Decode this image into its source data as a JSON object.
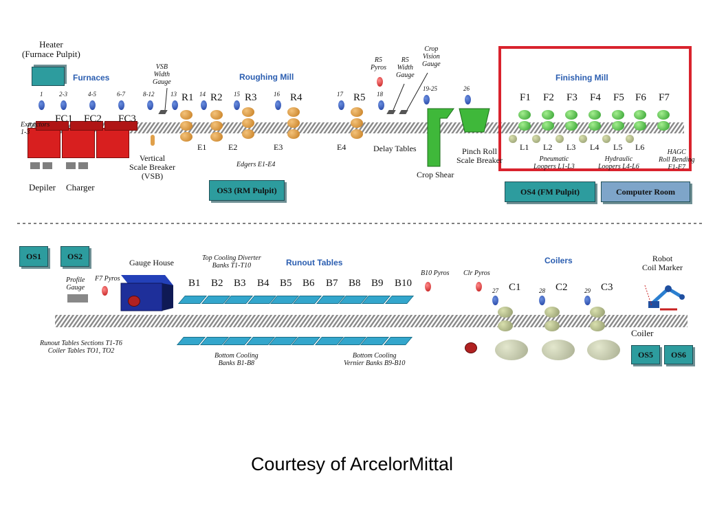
{
  "section_titles": {
    "furnaces": "Furnaces",
    "roughing": "Roughing Mill",
    "finishing": "Finishing Mill",
    "runout": "Runout Tables",
    "coilers": "Coilers"
  },
  "labels": {
    "heater": "Heater\n(Furnace Pulpit)",
    "vsb_gauge": "VSB\nWidth\nGauge",
    "extractors": "Extractors\n1-3",
    "vsb": "Vertical\nScale Breaker\n(VSB)",
    "depiler": "Depiler",
    "charger": "Charger",
    "edgers": "Edgers E1-E4",
    "r5_pyros": "R5\nPyros",
    "r5_width": "R5\nWidth\nGauge",
    "crop_vision": "Crop\nVision\nGauge",
    "delay_tables": "Delay Tables",
    "crop_shear": "Crop Shear",
    "pinch_roll": "Pinch Roll\nScale Breaker",
    "pneumatic": "Pneumatic\nLoopers L1-L3",
    "hydraulic": "Hydraulic\nLoopers L4-L6",
    "hagc": "HAGC\nRoll Bending\nF1-F7",
    "gauge_house": "Gauge House",
    "profile_gauge": "Profile\nGauge",
    "f7_pyros": "F7 Pyros",
    "top_cooling": "Top Cooling Diverter\nBanks T1-T10",
    "b10_pyros": "B10 Pyros",
    "clr_pyros": "Clr Pyros",
    "robot": "Robot\nCoil Marker",
    "coiler": "Coiler",
    "runout_sections": "Runout Tables Sections T1-T6\nCoiler Tables TO1, TO2",
    "bottom_cooling": "Bottom Cooling\nBanks B1-B8",
    "bottom_vernier": "Bottom Cooling\nVernier Banks B9-B10"
  },
  "mill_labels": {
    "fc": [
      "FC1",
      "FC2",
      "FC3"
    ],
    "r": [
      "R1",
      "R2",
      "R3",
      "R4",
      "R5"
    ],
    "e": [
      "E1",
      "E2",
      "E3",
      "E4"
    ],
    "f": [
      "F1",
      "F2",
      "F3",
      "F4",
      "F5",
      "F6",
      "F7"
    ],
    "l": [
      "L1",
      "L2",
      "L3",
      "L4",
      "L5",
      "L6"
    ],
    "b": [
      "B1",
      "B2",
      "B3",
      "B4",
      "B5",
      "B6",
      "B7",
      "B8",
      "B9",
      "B10"
    ],
    "c": [
      "C1",
      "C2",
      "C3"
    ]
  },
  "pyro_numbers": [
    "1",
    "2-3",
    "4-5",
    "6-7",
    "8-12",
    "13",
    "14",
    "15",
    "16",
    "17",
    "18",
    "19-25",
    "26",
    "27",
    "28",
    "29"
  ],
  "stations": {
    "os1": "OS1",
    "os2": "OS2",
    "os3": "OS3 (RM Pulpit)",
    "os4": "OS4 (FM Pulpit)",
    "computer_room": "Computer Room",
    "os5": "OS5",
    "os6": "OS6"
  },
  "credit": "Courtesy of ArcelorMittal",
  "colors": {
    "highlight": "#d9232d",
    "section_title": "#2a5db0",
    "station": "#2d9c9e",
    "furnace": "#d81f1f",
    "roughing_roll": "#e0a04a",
    "finishing_roll": "#3fb83a"
  }
}
